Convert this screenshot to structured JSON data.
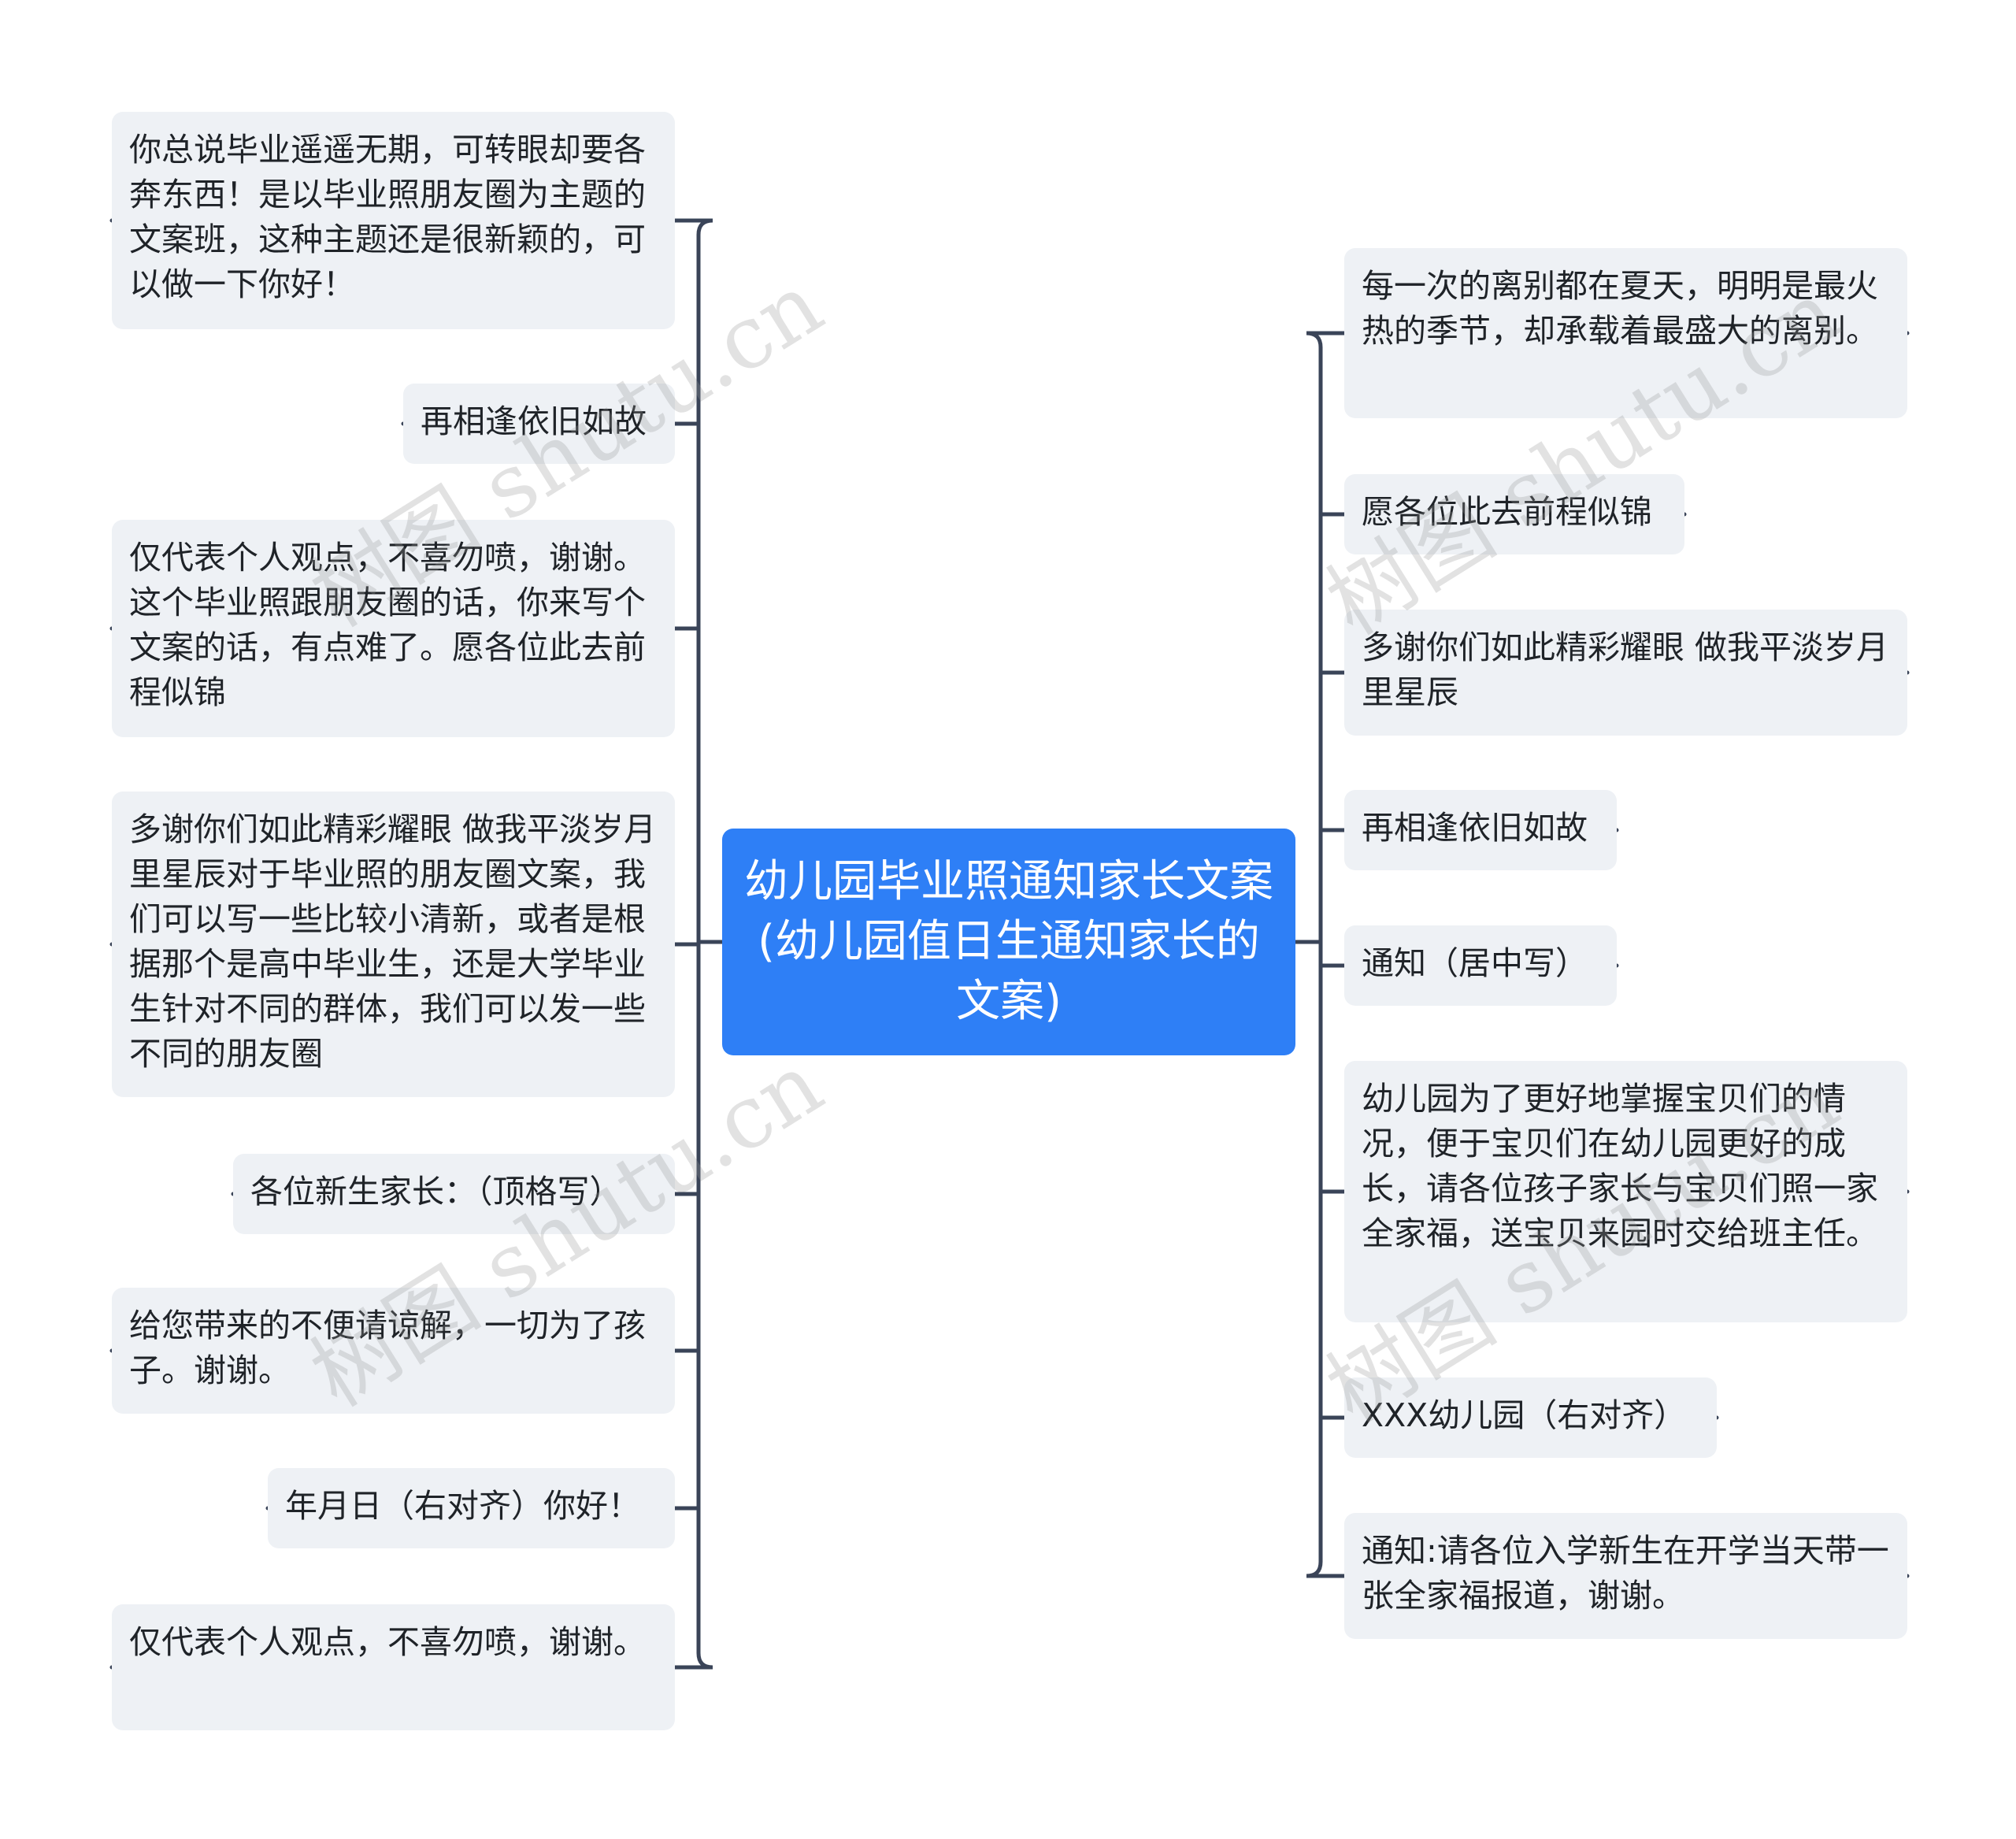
{
  "center": {
    "text": "幼儿园毕业照通知家长文案(幼儿园值日生通知家长的文案)"
  },
  "left_nodes": [
    {
      "text": "你总说毕业遥遥无期，可转眼却要各奔东西！是以毕业照朋友圈为主题的文案班，这种主题还是很新颖的，可以做一下你好！"
    },
    {
      "text": "再相逢依旧如故"
    },
    {
      "text": "仅代表个人观点，不喜勿喷，谢谢。这个毕业照跟朋友圈的话，你来写个文案的话，有点难了。愿各位此去前程似锦"
    },
    {
      "text": "多谢你们如此精彩耀眼 做我平淡岁月里星辰对于毕业照的朋友圈文案，我们可以写一些比较小清新，或者是根据那个是高中毕业生，还是大学毕业生针对不同的群体，我们可以发一些不同的朋友圈"
    },
    {
      "text": "各位新生家长：（顶格写）"
    },
    {
      "text": "给您带来的不便请谅解，一切为了孩子。谢谢。"
    },
    {
      "text": "年月日（右对齐）你好！"
    },
    {
      "text": "仅代表个人观点，不喜勿喷，谢谢。"
    }
  ],
  "right_nodes": [
    {
      "text": "每一次的离别都在夏天，明明是最火热的季节，却承载着最盛大的离别。"
    },
    {
      "text": "愿各位此去前程似锦"
    },
    {
      "text": "多谢你们如此精彩耀眼 做我平淡岁月里星辰"
    },
    {
      "text": "再相逢依旧如故"
    },
    {
      "text": "通知（居中写）"
    },
    {
      "text": "幼儿园为了更好地掌握宝贝们的情况，便于宝贝们在幼儿园更好的成长，请各位孩子家长与宝贝们照一家全家福，送宝贝来园时交给班主任。"
    },
    {
      "text": "XXX幼儿园（右对齐）"
    },
    {
      "text": "通知:请各位入学新生在开学当天带一张全家福报道，谢谢。"
    }
  ],
  "watermark": "树图 shutu.cn",
  "colors": {
    "center_bg": "#2e7ff6",
    "node_bg": "#eef1f5",
    "line": "#3a4458"
  }
}
